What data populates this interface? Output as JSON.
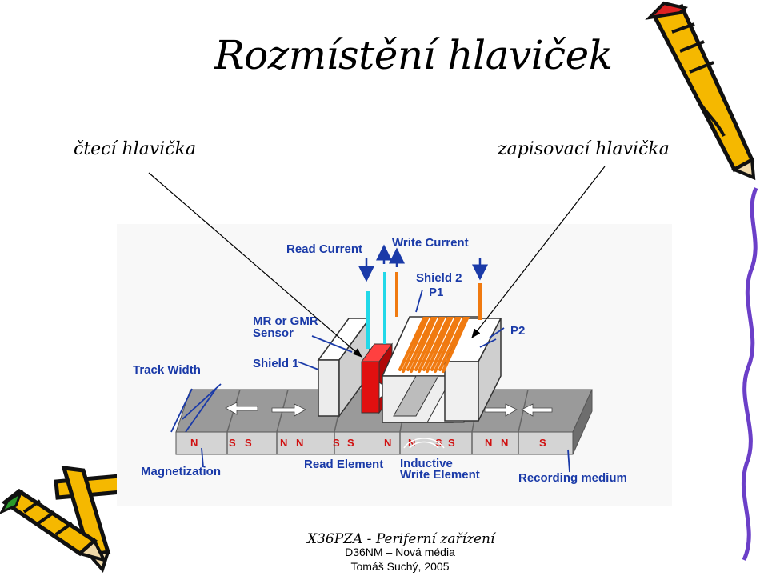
{
  "title": "Rozmístění hlaviček",
  "read_head_label": "čtecí hlavička",
  "write_head_label": "zapisovací hlavička",
  "diagram": {
    "read_current": "Read Current",
    "write_current": "Write Current",
    "shield2": "Shield 2",
    "p1": "P1",
    "p2": "P2",
    "mr_sensor_line1": "MR or GMR",
    "mr_sensor_line2": "Sensor",
    "shield1": "Shield 1",
    "track_width": "Track Width",
    "magnetization": "Magnetization",
    "read_element": "Read Element",
    "inductive_line1": "Inductive",
    "inductive_line2": "Write Element",
    "recording_medium": "Recording medium",
    "pole_n": "N",
    "pole_s": "S"
  },
  "footer": {
    "course": "X36PZA - Periferní zařízení",
    "subtitle": "D36NM – Nová média",
    "author": "Tomáš Suchý, 2005"
  },
  "colors": {
    "diagram_label": "#1a3aa8",
    "sensor_red": "#e01010",
    "coil_orange": "#f07a10",
    "current_cyan": "#22d8e8",
    "pencil_yellow": "#f5b800",
    "pencil_outline": "#111111",
    "purple_line": "#6b3fc8"
  }
}
